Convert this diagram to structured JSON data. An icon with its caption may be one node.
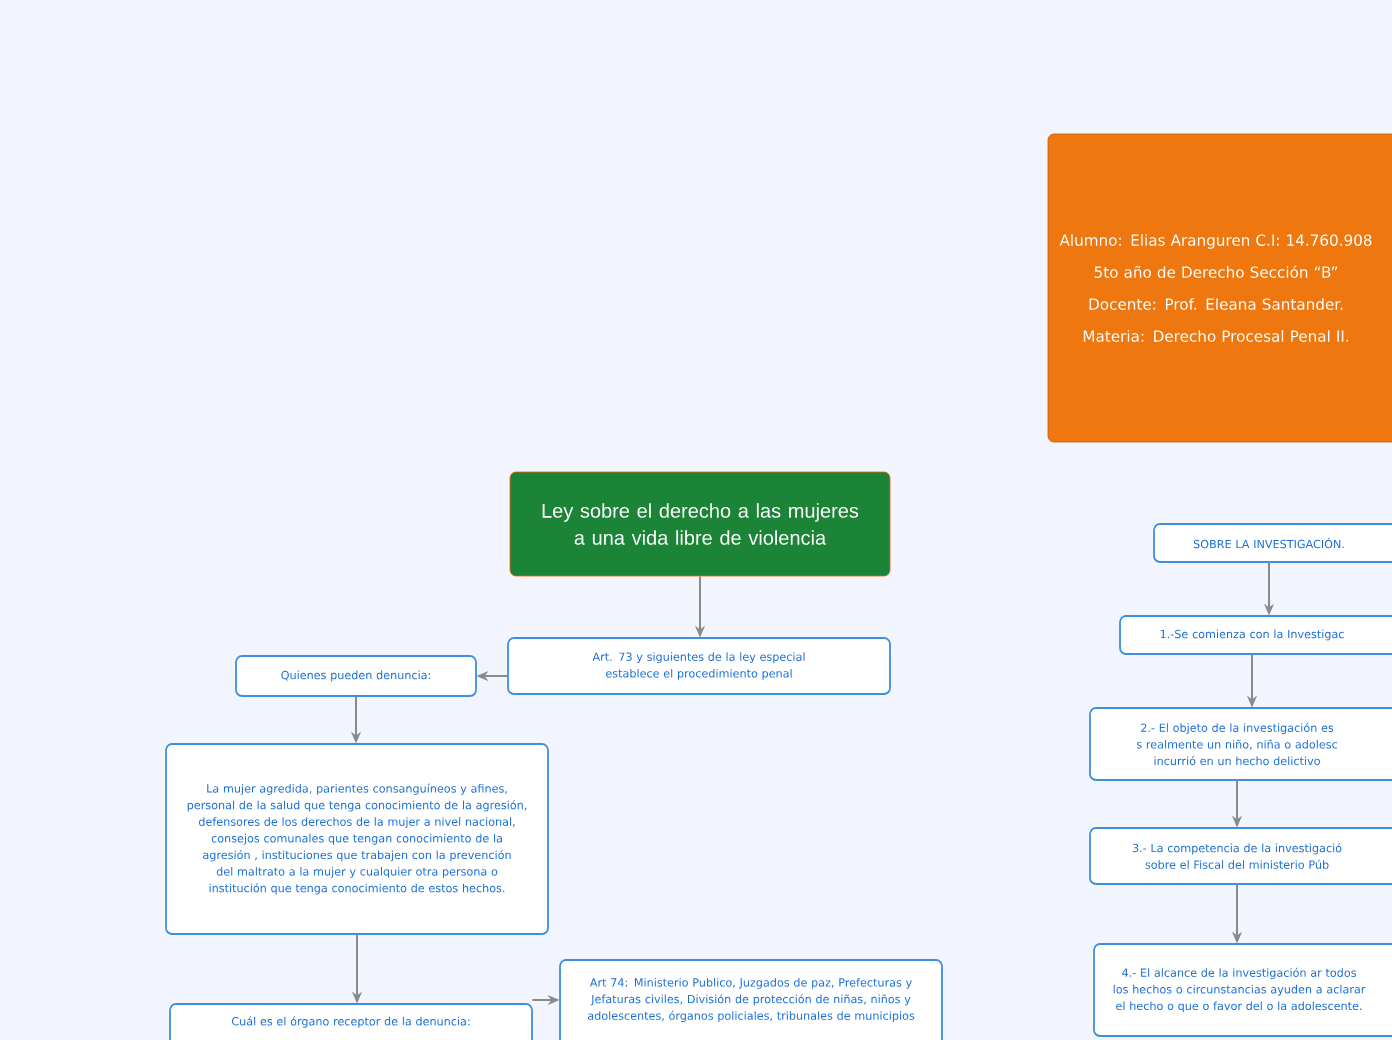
{
  "diagram": {
    "nodes": [
      {
        "text": [
          "Alumno: Elias Aranguren C.I: 14.760.908",
          "5to año de Derecho Sección “B”",
          "Docente: Prof. Eleana Santander.",
          "Materia: Derecho Procesal Penal II."
        ]
      },
      {
        "text": [
          "Ley sobre el derecho a las mujeres a una vida libre de violencia"
        ]
      },
      {
        "text": [
          "Art. 73 y siguientes de la ley especial establece el procedimiento penal"
        ]
      },
      {
        "text": [
          "Quienes pueden denuncia:"
        ]
      },
      {
        "text": [
          "La mujer agredida, parientes consanguíneos y afines, personal de la salud que tenga conocimiento de la agresión, defensores de los derechos de la mujer a nivel nacional, consejos comunales que tengan conocimiento de la agresión , instituciones que trabajen con la prevención del maltrato a la mujer y cualquier otra persona o institución que tenga conocimiento de estos hechos."
        ]
      },
      {
        "text": [
          "Cuál es el órgano receptor de la denuncia:"
        ]
      },
      {
        "text": [
          "Art 74: Ministerio Publico, Juzgados de paz, Prefecturas y Jefaturas civiles, División de protección de niñas, niños y adolescentes, órganos policiales, tribunales de municipios"
        ]
      },
      {
        "text": [
          "SOBRE LA INVESTIGACIÓN."
        ]
      },
      {
        "text": [
          "1.-Se comienza con la Investigac"
        ]
      },
      {
        "text": [
          "2.- El objeto de la investigación es s realmente un niño, niña o adolesc incurrió en un hecho delictivo"
        ]
      },
      {
        "text": [
          "3.- La competencia de la investigació sobre el Fiscal del ministerio Púb"
        ]
      },
      {
        "text": [
          "4.- El alcance de la investigación ar todos los hechos o circunstancias ayuden a aclarar el hecho o que o favor del o la adolescente."
        ]
      }
    ],
    "edges": [
      {
        "from": 1,
        "to": 2,
        "arrow": "to"
      },
      {
        "from": 2,
        "to": 3,
        "arrow": "to"
      },
      {
        "from": 3,
        "to": 4,
        "arrow": "to"
      },
      {
        "from": 4,
        "to": 5,
        "arrow": "to"
      },
      {
        "from": 5,
        "to": 6,
        "arrow": "to"
      },
      {
        "from": 7,
        "to": 8,
        "arrow": "to"
      },
      {
        "from": 8,
        "to": 9,
        "arrow": "to"
      },
      {
        "from": 9,
        "to": 10,
        "arrow": "to"
      },
      {
        "from": 10,
        "to": 11,
        "arrow": "to"
      }
    ]
  }
}
